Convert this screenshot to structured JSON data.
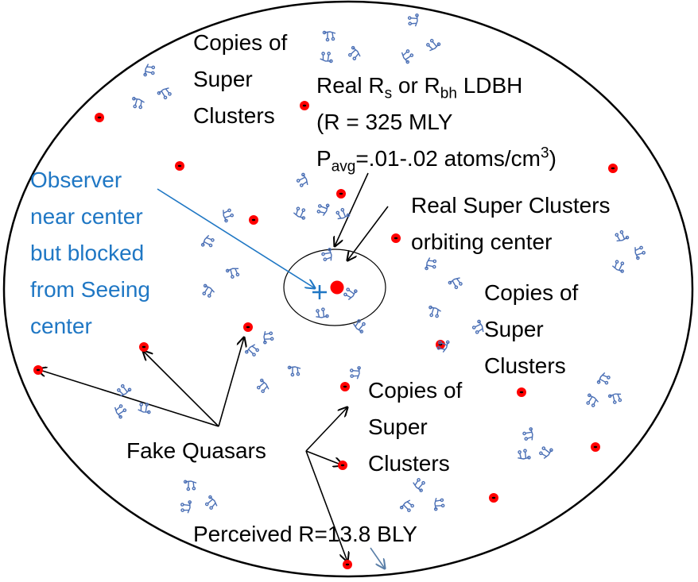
{
  "colors": {
    "outline": "#000000",
    "quasar_fill": "#ff0000",
    "quasar_dot": "#000000",
    "cluster": "#4a6fb5",
    "observer": "#1f77c4"
  },
  "icons": {
    "quasar": "red-dot-icon",
    "cluster": "galaxy-cluster-icon",
    "observer": "plus-marker-icon"
  },
  "labels": {
    "copies_top": [
      "Copies of",
      "Super",
      "Clusters"
    ],
    "real_radius": {
      "line1_a": "Real R",
      "line1_sub_s": "s",
      "line1_b": " or R",
      "line1_sub_bh": "bh",
      "line1_c": " LDBH",
      "line2": "(R = 325 MLY",
      "line3_a": "P",
      "line3_sub": "avg",
      "line3_b": "=.01-.02 atoms/cm",
      "line3_sup": "3",
      "line3_c": ")"
    },
    "observer": [
      "Observer",
      "near center",
      "but blocked",
      "from Seeing",
      "center"
    ],
    "real_super_clusters": [
      "Real Super Clusters",
      "orbiting center"
    ],
    "copies_right": [
      "Copies of",
      "Super",
      "Clusters"
    ],
    "copies_bottom": [
      "Copies of",
      "Super",
      "Clusters"
    ],
    "fake_quasars": "Fake Quasars",
    "perceived": "Perceived  R=13.8 BLY"
  }
}
